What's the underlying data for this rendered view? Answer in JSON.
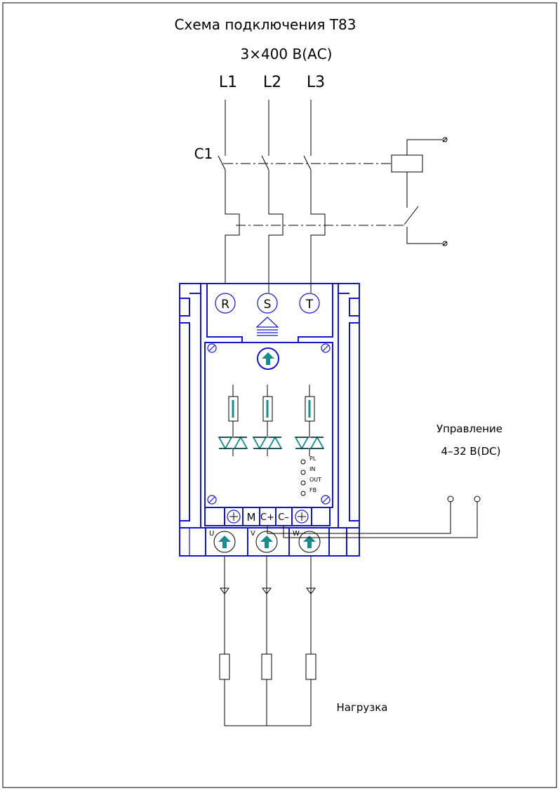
{
  "title": "Схема подключения Т83",
  "supply": "3×400 В(АС)",
  "phases": [
    "L1",
    "L2",
    "L3"
  ],
  "contactor": "C1",
  "input_terminals": [
    "R",
    "S",
    "T"
  ],
  "control_terminals": [
    "M",
    "C+",
    "C–"
  ],
  "output_terminals": [
    "U",
    "V",
    "W"
  ],
  "leds": [
    "PL",
    "IN",
    "OUT",
    "FB"
  ],
  "control_label": "Управление",
  "control_voltage": "4–32 В(DC)",
  "load_label": "Нагрузка",
  "colors": {
    "device": "#1515c8",
    "accent": "#168c8c",
    "wire": "#000000"
  }
}
